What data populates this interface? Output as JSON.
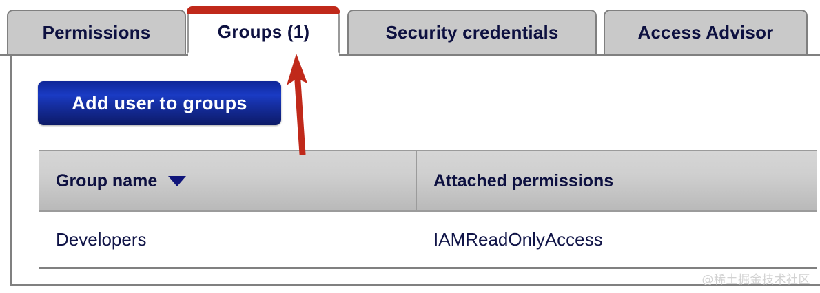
{
  "tabs": [
    {
      "label": "Permissions",
      "active": false
    },
    {
      "label": "Groups (1)",
      "active": true
    },
    {
      "label": "Security credentials",
      "active": false
    },
    {
      "label": "Access Advisor",
      "active": false
    }
  ],
  "toolbar": {
    "add_user_to_groups_label": "Add user to groups"
  },
  "table": {
    "columns": [
      {
        "label": "Group name",
        "sort": "descending"
      },
      {
        "label": "Attached permissions",
        "sort": "none"
      }
    ],
    "rows": [
      {
        "group_name": "Developers",
        "attached_permissions": "IAMReadOnlyAccess"
      }
    ]
  },
  "annotations": {
    "arrow_color": "#c0291a",
    "tab_highlight_color": "#c0291a",
    "arrow_target": "Groups (1)"
  },
  "watermark": {
    "text": "@稀土掘金技术社区"
  },
  "colors": {
    "accent_blue": "#152ea0",
    "tab_text": "#0d1040",
    "annotation_red": "#c0291a",
    "border_gray": "#808080",
    "header_gray": "#cfcfcf"
  }
}
